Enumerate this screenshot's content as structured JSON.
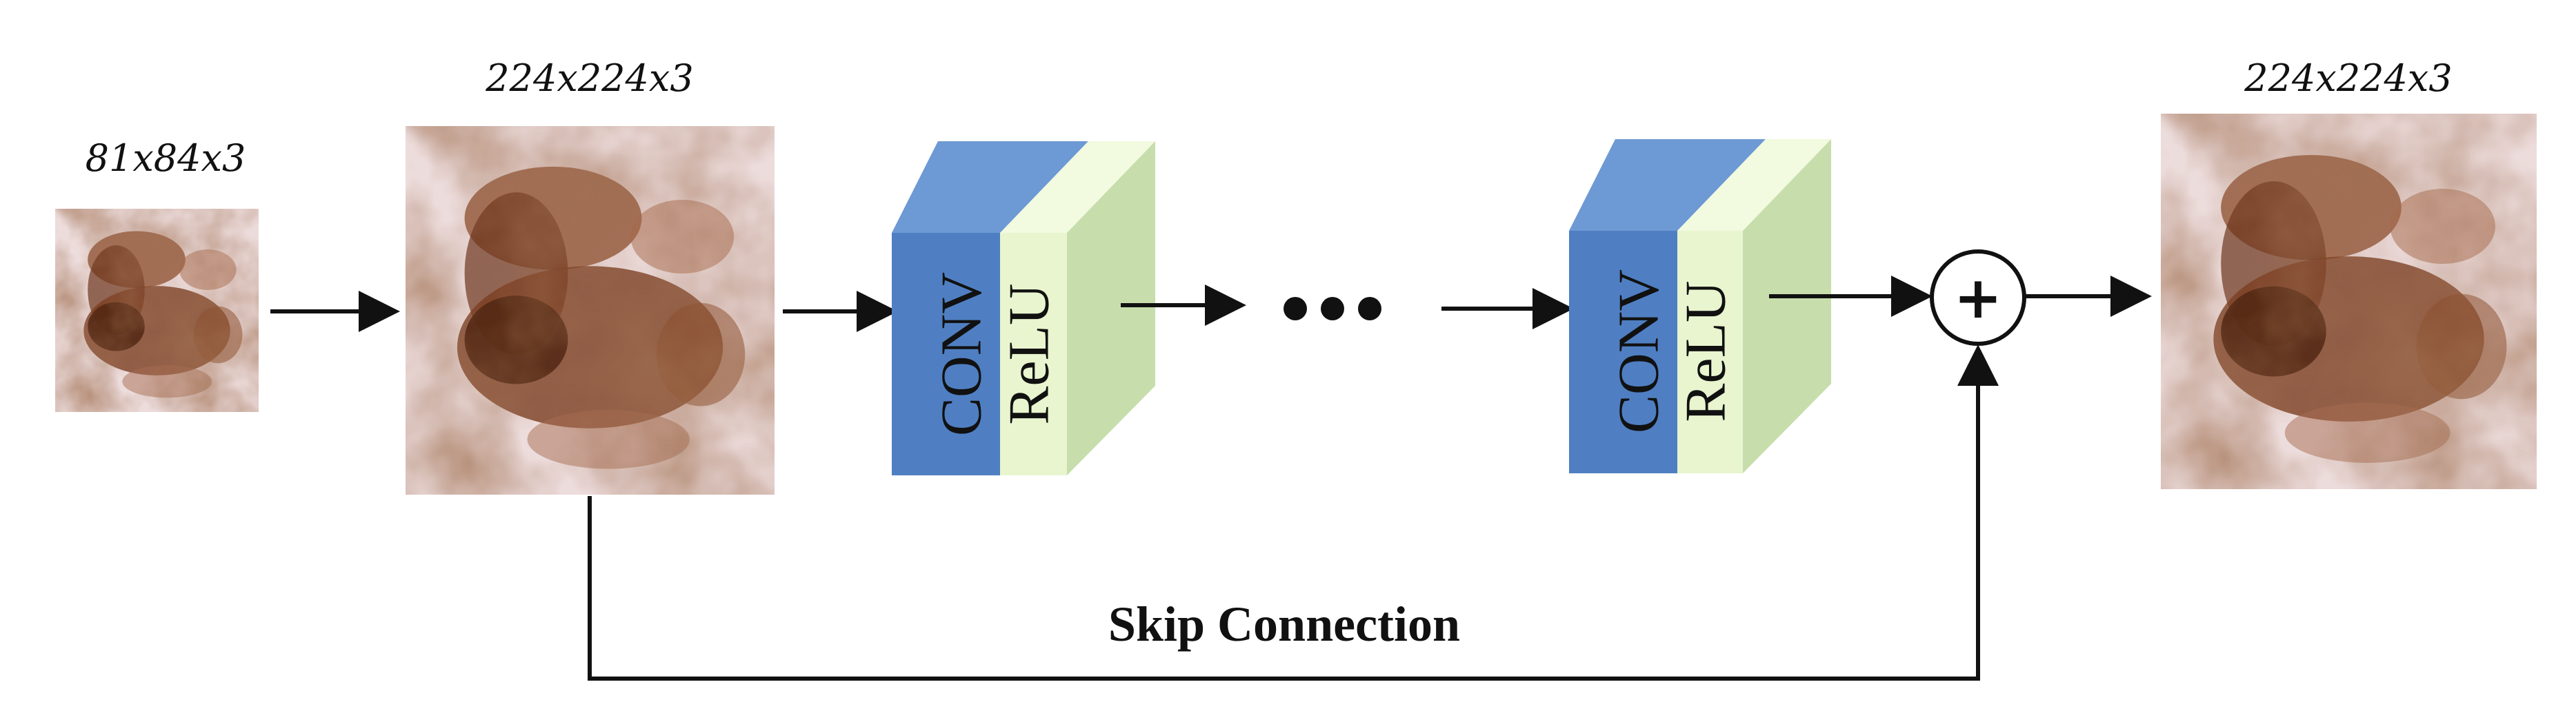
{
  "labels": {
    "input_small": "81x84x3",
    "input_upscaled": "224x224x3",
    "output": "224x224x3",
    "skip": "Skip Connection",
    "ellipsis": "• • •",
    "plus": "+"
  },
  "blocks": [
    {
      "conv": "CONV",
      "relu": "ReLU"
    },
    {
      "conv": "CONV",
      "relu": "ReLU"
    }
  ],
  "colors": {
    "conv_front": "#4f7fc2",
    "conv_top": "#6d99d4",
    "relu_front": "#e8f5cf",
    "relu_top": "#f2fadf",
    "relu_side": "#c7deac",
    "lesion_dark": "#5a2a14",
    "lesion_mid": "#8a4a2a",
    "skin": "#ecdcdc"
  },
  "icons": {
    "sum_node": "plus-circle-icon",
    "arrows": "arrow-right-icon"
  }
}
